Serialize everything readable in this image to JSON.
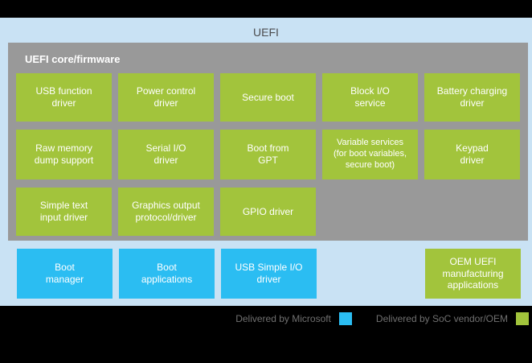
{
  "title": "UEFI",
  "colors": {
    "background": "#000000",
    "panel_blue": "#c9e2f4",
    "core_gray": "#999999",
    "soc_green": "#a2c43c",
    "microsoft_cyan": "#2bbdf2",
    "box_text": "#ffffff",
    "title_text": "#4c4c4e",
    "legend_text": "#707070"
  },
  "core": {
    "label": "UEFI core/firmware",
    "boxes": [
      "USB function\ndriver",
      "Power control\ndriver",
      "Secure boot",
      "Block I/O\nservice",
      "Battery charging\ndriver",
      "Raw memory\ndump support",
      "Serial I/O\ndriver",
      "Boot from\nGPT",
      "Variable services\n(for boot variables,\nsecure boot)",
      "Keypad\ndriver",
      "Simple text\ninput driver",
      "Graphics output\nprotocol/driver",
      "GPIO driver"
    ]
  },
  "bottom": {
    "microsoft_boxes": [
      "Boot\nmanager",
      "Boot\napplications",
      "USB Simple I/O\ndriver"
    ],
    "oem_box": "OEM UEFI\nmanufacturing\napplications"
  },
  "legend": {
    "items": [
      {
        "label": "Delivered by Microsoft",
        "color": "#2bbdf2"
      },
      {
        "label": "Delivered by SoC vendor/OEM",
        "color": "#a2c43c"
      }
    ]
  }
}
